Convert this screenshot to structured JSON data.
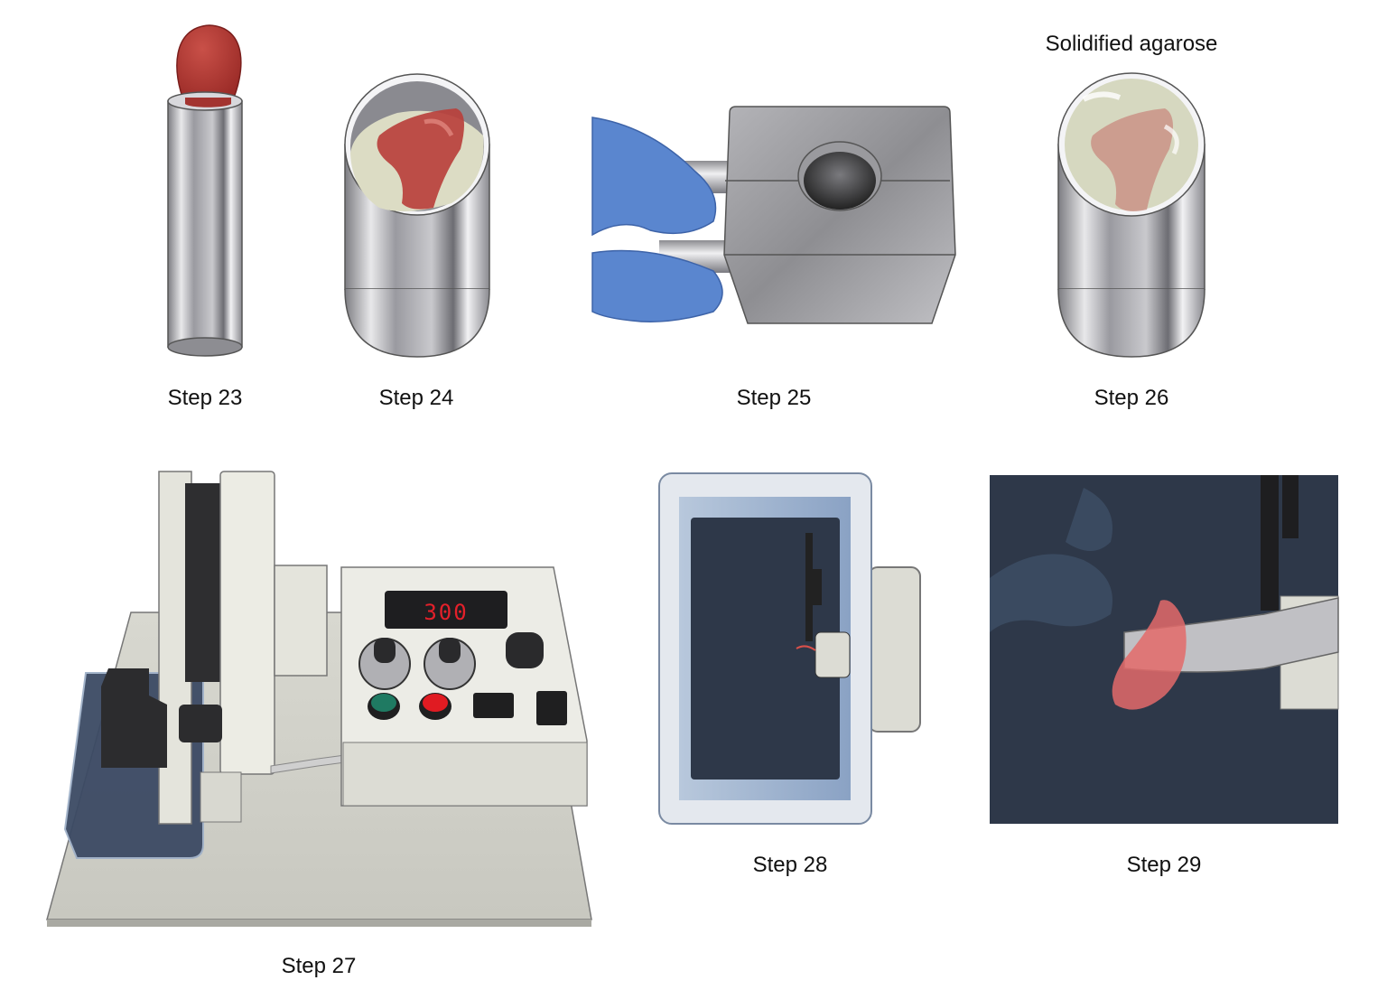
{
  "figure": {
    "annotation": "Solidified agarose",
    "steps": [
      {
        "id": "step23",
        "label": "Step 23",
        "content": "Tissue drop on narrow metal cylinder"
      },
      {
        "id": "step24",
        "label": "Step 24",
        "content": "Tissue embedded in agarose inside wide metal cylinder"
      },
      {
        "id": "step25",
        "label": "Step 25",
        "content": "Gloved hand holding metal block with hole"
      },
      {
        "id": "step26",
        "label": "Step 26",
        "content": "Cylinder with solidified agarose"
      },
      {
        "id": "step27",
        "label": "Step 27",
        "content": "Vibratome with control panel"
      },
      {
        "id": "step28",
        "label": "Step 28",
        "content": "Top view of buffer tray with specimen and blade"
      },
      {
        "id": "step29",
        "label": "Step 29",
        "content": "Close-up of tissue slice on spatula in buffer"
      }
    ],
    "vibratome": {
      "display_value": "300",
      "display_color": "#e4202a",
      "buttons": [
        {
          "name": "green-button",
          "color": "#1f7a62"
        },
        {
          "name": "red-button",
          "color": "#e01b22"
        }
      ]
    },
    "colors": {
      "tissue": "#b8403c",
      "agarose": "#dcdcc4",
      "glove": "#5a86cf",
      "buffer": "#2e3849",
      "metal": "#a8a8ac"
    }
  }
}
